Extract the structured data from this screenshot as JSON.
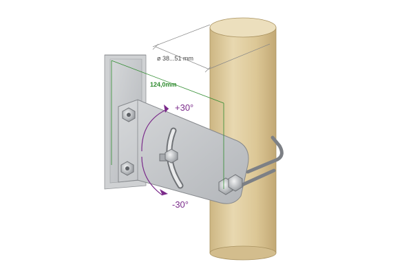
{
  "annotations": {
    "diameter": "ø 38...51 mm",
    "distance": "124,0mm",
    "angle_up": "+30°",
    "angle_down": "-30°"
  },
  "colors": {
    "pipe": "#e0cda3",
    "pipe_shade": "#c9b07f",
    "steel": "#c7c9cc",
    "steel_dark": "#8f9296",
    "dimension_green": "#2e8b2e",
    "angle_purple": "#7a2a8a",
    "line_gray": "#888888"
  }
}
